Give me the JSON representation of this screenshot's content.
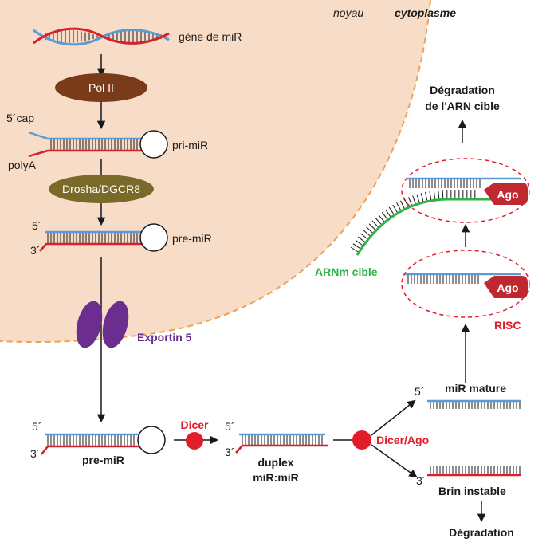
{
  "compartments": {
    "nucleus": "noyau",
    "cytoplasm": "cytoplasme"
  },
  "colors": {
    "nucleus_fill": "#f7dcc8",
    "nucleus_border": "#f0a050",
    "strand_blue": "#5b9bd5",
    "strand_red": "#d6202d",
    "strand_green": "#2fb24a",
    "pol2": "#7a3b1a",
    "drosha": "#7a6a2a",
    "exportin": "#6b2d8e",
    "dicer": "#e11d2a",
    "ago": "#c0282f"
  },
  "labels": {
    "gene": "gène de miR",
    "pol2": "Pol II",
    "cap": "5´cap",
    "polya": "polyA",
    "pri_mir": "pri-miR",
    "drosha": "Drosha/DGCR8",
    "pre_mir_nuc": "pre-miR",
    "five_prime": "5´",
    "three_prime": "3´",
    "exportin": "Exportin 5",
    "pre_mir_cyt": "pre-miR",
    "dicer": "Dicer",
    "duplex_line1": "duplex",
    "duplex_line2": "miR:miR",
    "dicer_ago": "Dicer/Ago",
    "mir_mature": "miR mature",
    "brin_instable": "Brin instable",
    "degradation": "Dégradation",
    "risc": "RISC",
    "ago": "Ago",
    "arnm_cible": "ARNm cible",
    "degradation_target_line1": "Dégradation",
    "degradation_target_line2": "de l'ARN cible"
  }
}
